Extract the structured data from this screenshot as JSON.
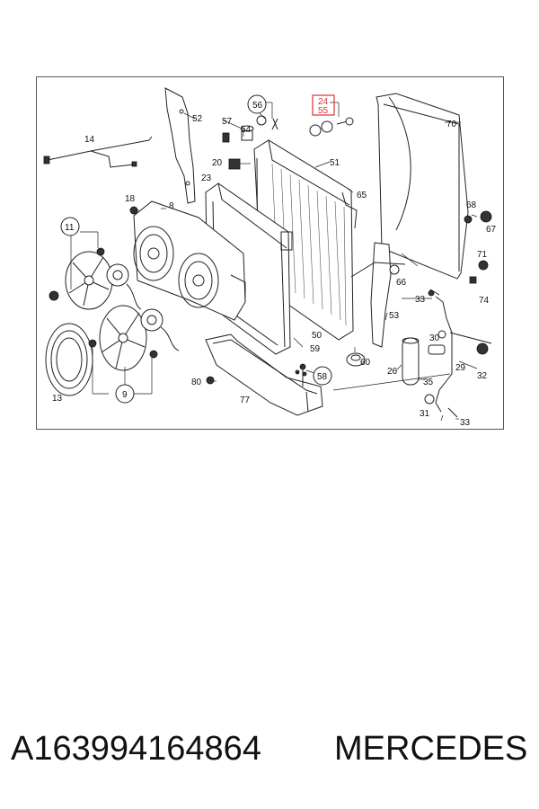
{
  "diagram": {
    "labels": {
      "l14": "14",
      "l52": "52",
      "l57": "57",
      "l56": "56",
      "l54": "54",
      "l24": "24",
      "l55": "55",
      "l70": "70",
      "l20": "20",
      "l23": "23",
      "l51": "51",
      "l65": "65",
      "l18": "18",
      "l8": "8",
      "l11": "11",
      "l68": "68",
      "l67": "67",
      "l71": "71",
      "l74": "74",
      "l66": "66",
      "l33a": "33",
      "l53": "53",
      "l50": "50",
      "l59": "59",
      "l60": "60",
      "l30": "30",
      "l26": "26",
      "l29": "29",
      "l32": "32",
      "l35": "35",
      "l13": "13",
      "l9": "9",
      "l80": "80",
      "l77": "77",
      "l58": "58",
      "l31": "31",
      "l33b": "33"
    },
    "highlight_color": "#e0303a"
  },
  "caption": {
    "part_number": "A163994164864",
    "brand": "MERCEDES"
  }
}
